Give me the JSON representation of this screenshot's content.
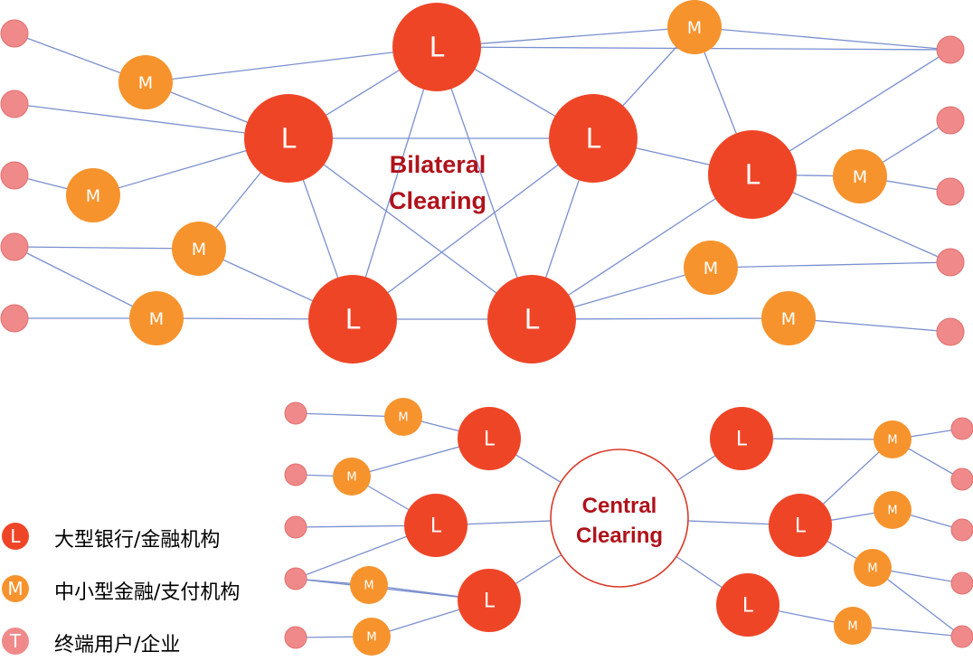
{
  "diagram": {
    "bilateral_title": [
      "Bilateral",
      "Clearing"
    ],
    "central_title": [
      "Central",
      "Clearing"
    ],
    "node_letters": {
      "large": "L",
      "medium": "M",
      "terminal": "T"
    }
  },
  "legend": [
    {
      "icon": "L",
      "label": "大型银行/金融机构",
      "color": "#ef4527"
    },
    {
      "icon": "M",
      "label": "中小型金融/支付机构",
      "color": "#f7932d"
    },
    {
      "icon": "T",
      "label": "终端用户/企业",
      "color": "#f08a8a"
    }
  ],
  "colors": {
    "large": "#ef4527",
    "medium": "#f7932d",
    "terminal": "#f08a8a",
    "edge": "#7a8fcf",
    "title": "#b0121b"
  }
}
